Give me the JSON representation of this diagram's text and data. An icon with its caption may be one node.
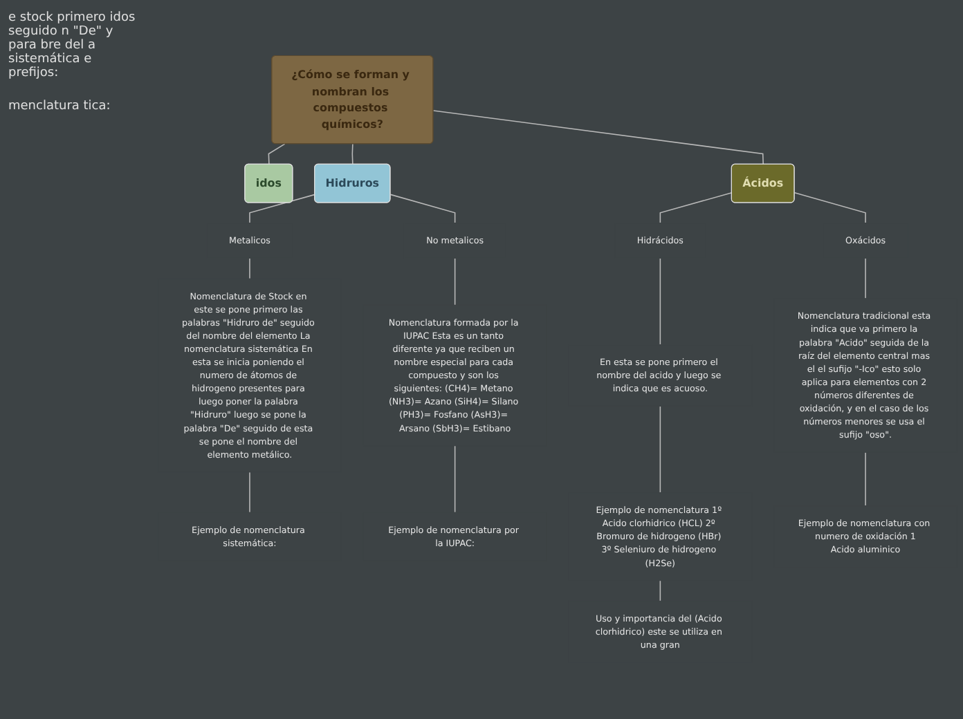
{
  "diagram": {
    "nodes": [
      {
        "text": [
          "¿Cómo se forman y nombran los compuestos químicos?"
        ]
      },
      {
        "text": [
          "idos"
        ]
      },
      {
        "text": [
          "Hidruros"
        ]
      },
      {
        "text": [
          "Ácidos"
        ]
      },
      {
        "text": [
          "Metalicos"
        ]
      },
      {
        "text": [
          "No metalicos"
        ]
      },
      {
        "text": [
          "Nomenclatura de Stock en este se pone primero las palabras \"Hidruro de\" seguido del nombre del elemento La nomenclatura sistemática En esta se inicia poniendo el numero de átomos de hidrogeno presentes para luego poner la palabra \"Hidruro\" luego se pone la palabra \"De\" seguido de esta se pone el nombre del elemento metálico."
        ]
      },
      {
        "text": [
          "Ejemplo de nomenclatura sistemática:"
        ]
      },
      {
        "text": [
          "Nomenclatura formada por la IUPAC Esta es un tanto diferente ya que reciben un nombre especial para cada compuesto y son los siguientes: (CH4)= Metano (NH3)= Azano (SiH4)= Silano (PH3)= Fosfano (AsH3)= Arsano (SbH3)= Estibano"
        ]
      },
      {
        "text": [
          "Ejemplo de nomenclatura por la IUPAC:"
        ]
      },
      {
        "text": [
          "Hidrácidos"
        ]
      },
      {
        "text": [
          "Oxácidos"
        ]
      },
      {
        "text": [
          "En esta se pone primero el nombre del acido y luego se indica que es acuoso."
        ]
      },
      {
        "text": [
          "Ejemplo de nomenclatura 1º Acido clorhidrico (HCL) 2º Bromuro de hidrogeno (HBr) 3º Seleniuro de hidrogeno (H2Se)"
        ]
      },
      {
        "text": [
          "Uso y importancia del (Acido clorhidrico) este se utiliza en una gran"
        ]
      },
      {
        "text": [
          "Nomenclatura tradicional esta indica que va primero la palabra \"Acido\" seguida de la raíz del elemento central mas el el sufijo \"-Ico\" esto solo aplica para elementos con 2 números diferentes de oxidación, y en el caso de los números menores se usa el sufijo \"oso\"."
        ]
      },
      {
        "text": [
          "Ejemplo de nomenclatura con numero de oxidación 1",
          "Acido aluminico"
        ]
      }
    ],
    "edges": [
      {
        "from": 0,
        "to": 1,
        "arrow": "none"
      },
      {
        "from": 0,
        "to": 2,
        "arrow": "none"
      },
      {
        "from": 0,
        "to": 3,
        "arrow": "none"
      },
      {
        "from": 2,
        "to": 4,
        "arrow": "none"
      },
      {
        "from": 2,
        "to": 5,
        "arrow": "none"
      },
      {
        "from": 4,
        "to": 6,
        "arrow": "none"
      },
      {
        "from": 6,
        "to": 7,
        "arrow": "none"
      },
      {
        "from": 5,
        "to": 8,
        "arrow": "none"
      },
      {
        "from": 8,
        "to": 9,
        "arrow": "none"
      },
      {
        "from": 3,
        "to": 10,
        "arrow": "none"
      },
      {
        "from": 3,
        "to": 11,
        "arrow": "none"
      },
      {
        "from": 10,
        "to": 12,
        "arrow": "none"
      },
      {
        "from": 12,
        "to": 13,
        "arrow": "none"
      },
      {
        "from": 13,
        "to": 14,
        "arrow": "none"
      },
      {
        "from": 11,
        "to": 15,
        "arrow": "none"
      },
      {
        "from": 15,
        "to": 16,
        "arrow": "none"
      }
    ],
    "labels": [
      "e stock primero idos seguido n \"De\" y para bre del a sistemática e prefijos:",
      "menclatura tica:"
    ]
  }
}
